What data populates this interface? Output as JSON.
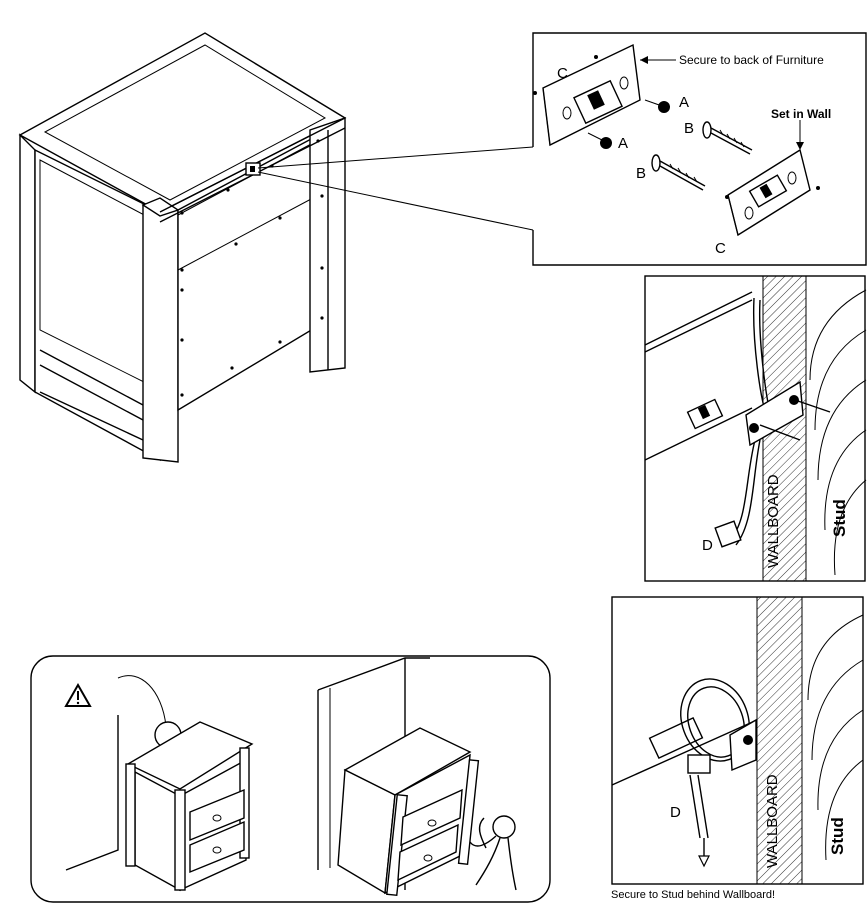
{
  "callout": {
    "secure_back": "Secure to back of Furniture",
    "set_in_wall": "Set in Wall",
    "label_a": "A",
    "label_b": "B",
    "label_c": "C"
  },
  "wall_panel_1": {
    "wallboard": "WALLBOARD",
    "stud": "Stud",
    "label_d": "D"
  },
  "wall_panel_2": {
    "wallboard": "WALLBOARD",
    "stud": "Stud",
    "label_d": "D",
    "caption": "Secure  to Stud behind Wallboard!"
  },
  "warning": {
    "icon": "warning-triangle-icon"
  }
}
